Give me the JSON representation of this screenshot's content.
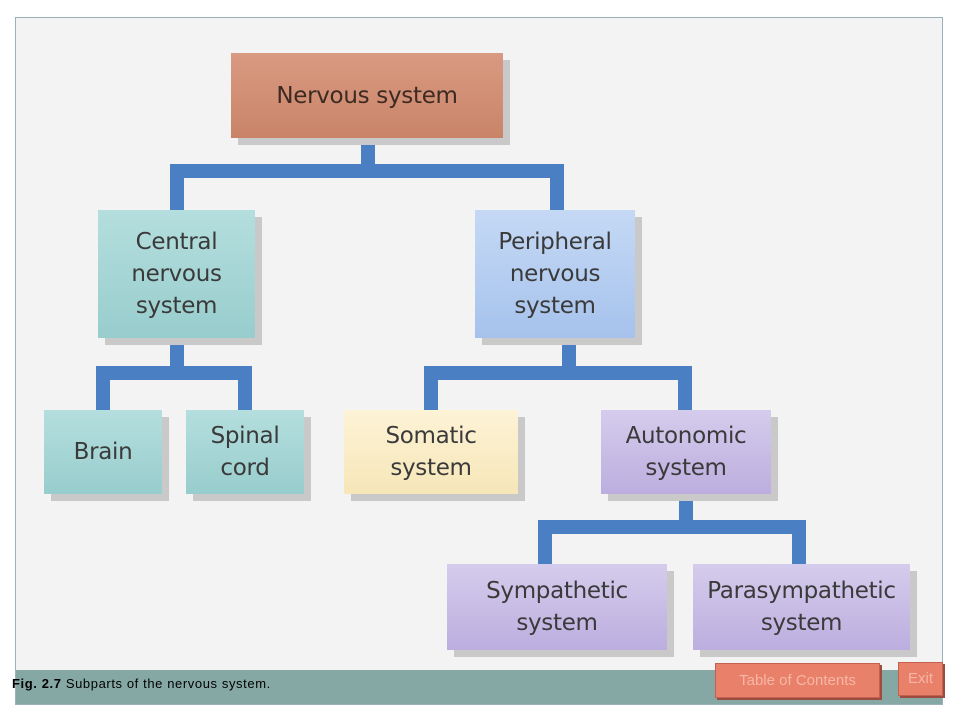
{
  "diagram": {
    "nodes": {
      "root": "Nervous system",
      "cns": "Central\nnervous\nsystem",
      "pns": "Peripheral\nnervous\nsystem",
      "brain": "Brain",
      "spinal_cord": "Spinal\ncord",
      "somatic": "Somatic\nsystem",
      "autonomic": "Autonomic\nsystem",
      "sympathetic": "Sympathetic\nsystem",
      "parasympathetic": "Parasympathetic\nsystem"
    },
    "colors": {
      "connector": "#4a7fc4",
      "root": "#cd8a6e",
      "central": "#a6d4d4",
      "peripheral": "#b3ccf0",
      "somatic": "#f9ebc4",
      "autonomic": "#c7bbe5"
    }
  },
  "caption": {
    "label": "Fig. 2.7",
    "text": "Subparts of the nervous system."
  },
  "nav": {
    "toc_label": "Table of Contents",
    "exit_label": "Exit"
  }
}
